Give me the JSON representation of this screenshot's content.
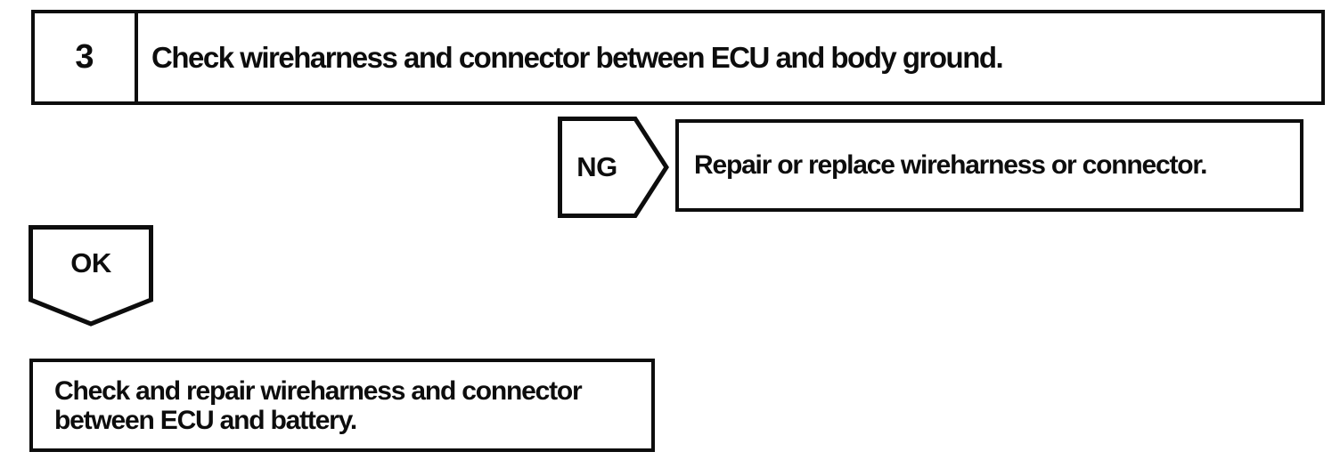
{
  "page": {
    "background": "#ffffff",
    "ink": "#0d0d0d"
  },
  "step_box": {
    "number": "3",
    "instruction": "Check wireharness and connector between ECU and body ground."
  },
  "ng_branch": {
    "label": "NG",
    "action": "Repair or replace wireharness or connector."
  },
  "ok_branch": {
    "label": "OK"
  },
  "result_box": {
    "lines": [
      "Check and repair wireharness and connector",
      "between ECU and battery."
    ]
  }
}
